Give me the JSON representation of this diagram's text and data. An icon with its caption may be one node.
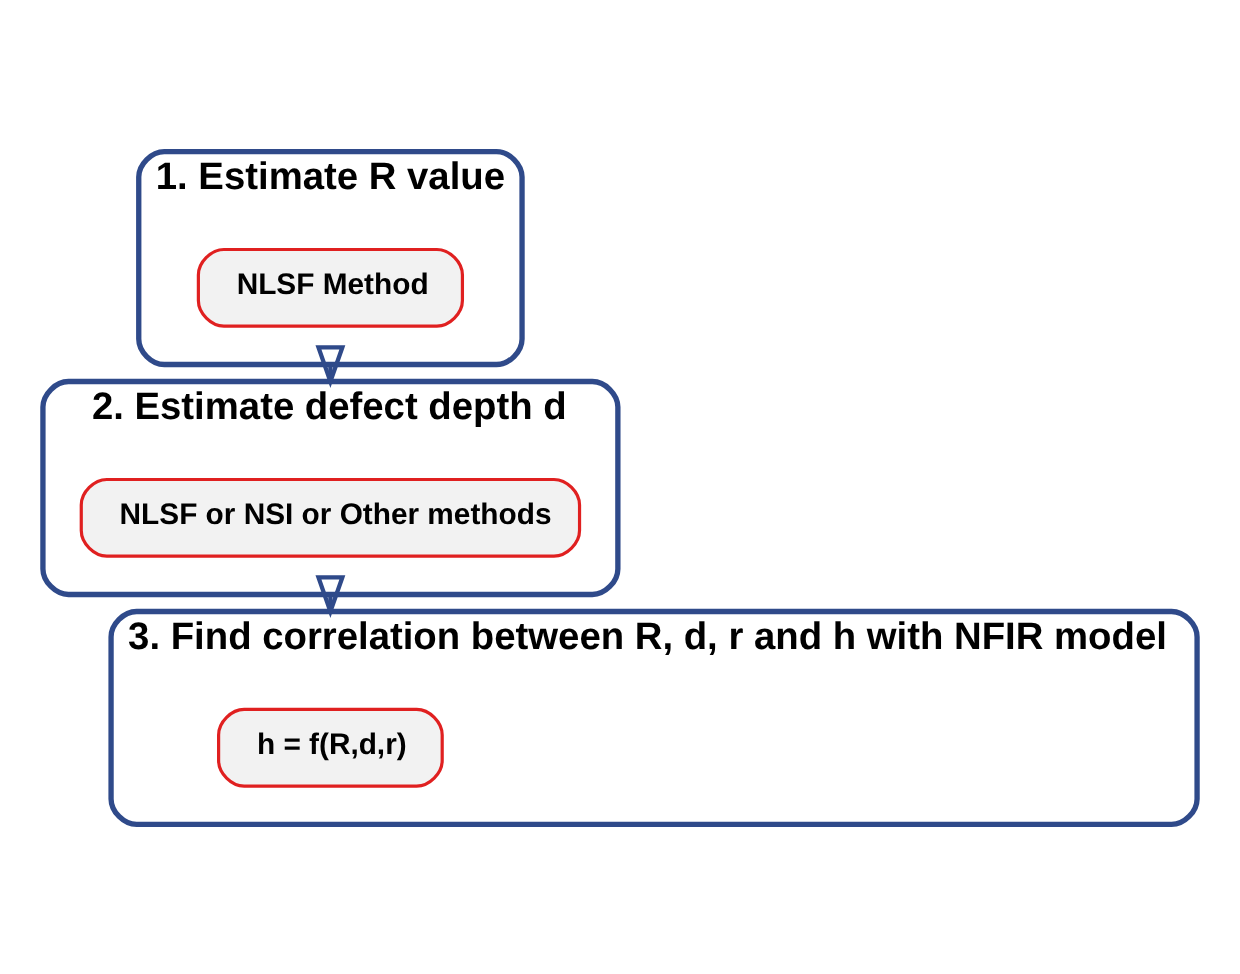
{
  "diagram": {
    "nodes": [
      {
        "text": [
          "1. Estimate R value"
        ]
      },
      {
        "text": [
          "NLSF Method"
        ],
        "in": 0
      },
      {
        "text": [
          "2. Estimate defect depth d"
        ]
      },
      {
        "text": [
          "NLSF or NSI or Other methods"
        ],
        "in": 2
      },
      {
        "text": [
          "3. Find correlation between R, d, r and h with NFIR model"
        ]
      },
      {
        "text": [
          "h = f(R,d,r)"
        ],
        "in": 4
      }
    ],
    "edges": [
      {
        "from": 0,
        "to": 2,
        "arrow": "to"
      },
      {
        "from": 2,
        "to": 4,
        "arrow": "to"
      }
    ]
  }
}
